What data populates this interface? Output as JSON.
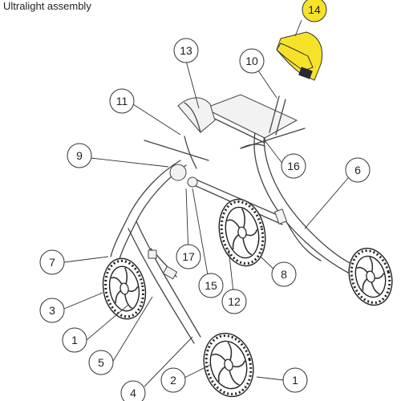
{
  "title": "Ultralight assembly",
  "highlight_color": "#f7e22a",
  "callouts": [
    {
      "label": "14"
    },
    {
      "label": "13"
    },
    {
      "label": "10"
    },
    {
      "label": "11"
    },
    {
      "label": "9"
    },
    {
      "label": "16"
    },
    {
      "label": "6"
    },
    {
      "label": "7"
    },
    {
      "label": "17"
    },
    {
      "label": "15"
    },
    {
      "label": "8"
    },
    {
      "label": "12"
    },
    {
      "label": "3"
    },
    {
      "label": "1"
    },
    {
      "label": "5"
    },
    {
      "label": "2"
    },
    {
      "label": "1"
    },
    {
      "label": "4"
    }
  ]
}
